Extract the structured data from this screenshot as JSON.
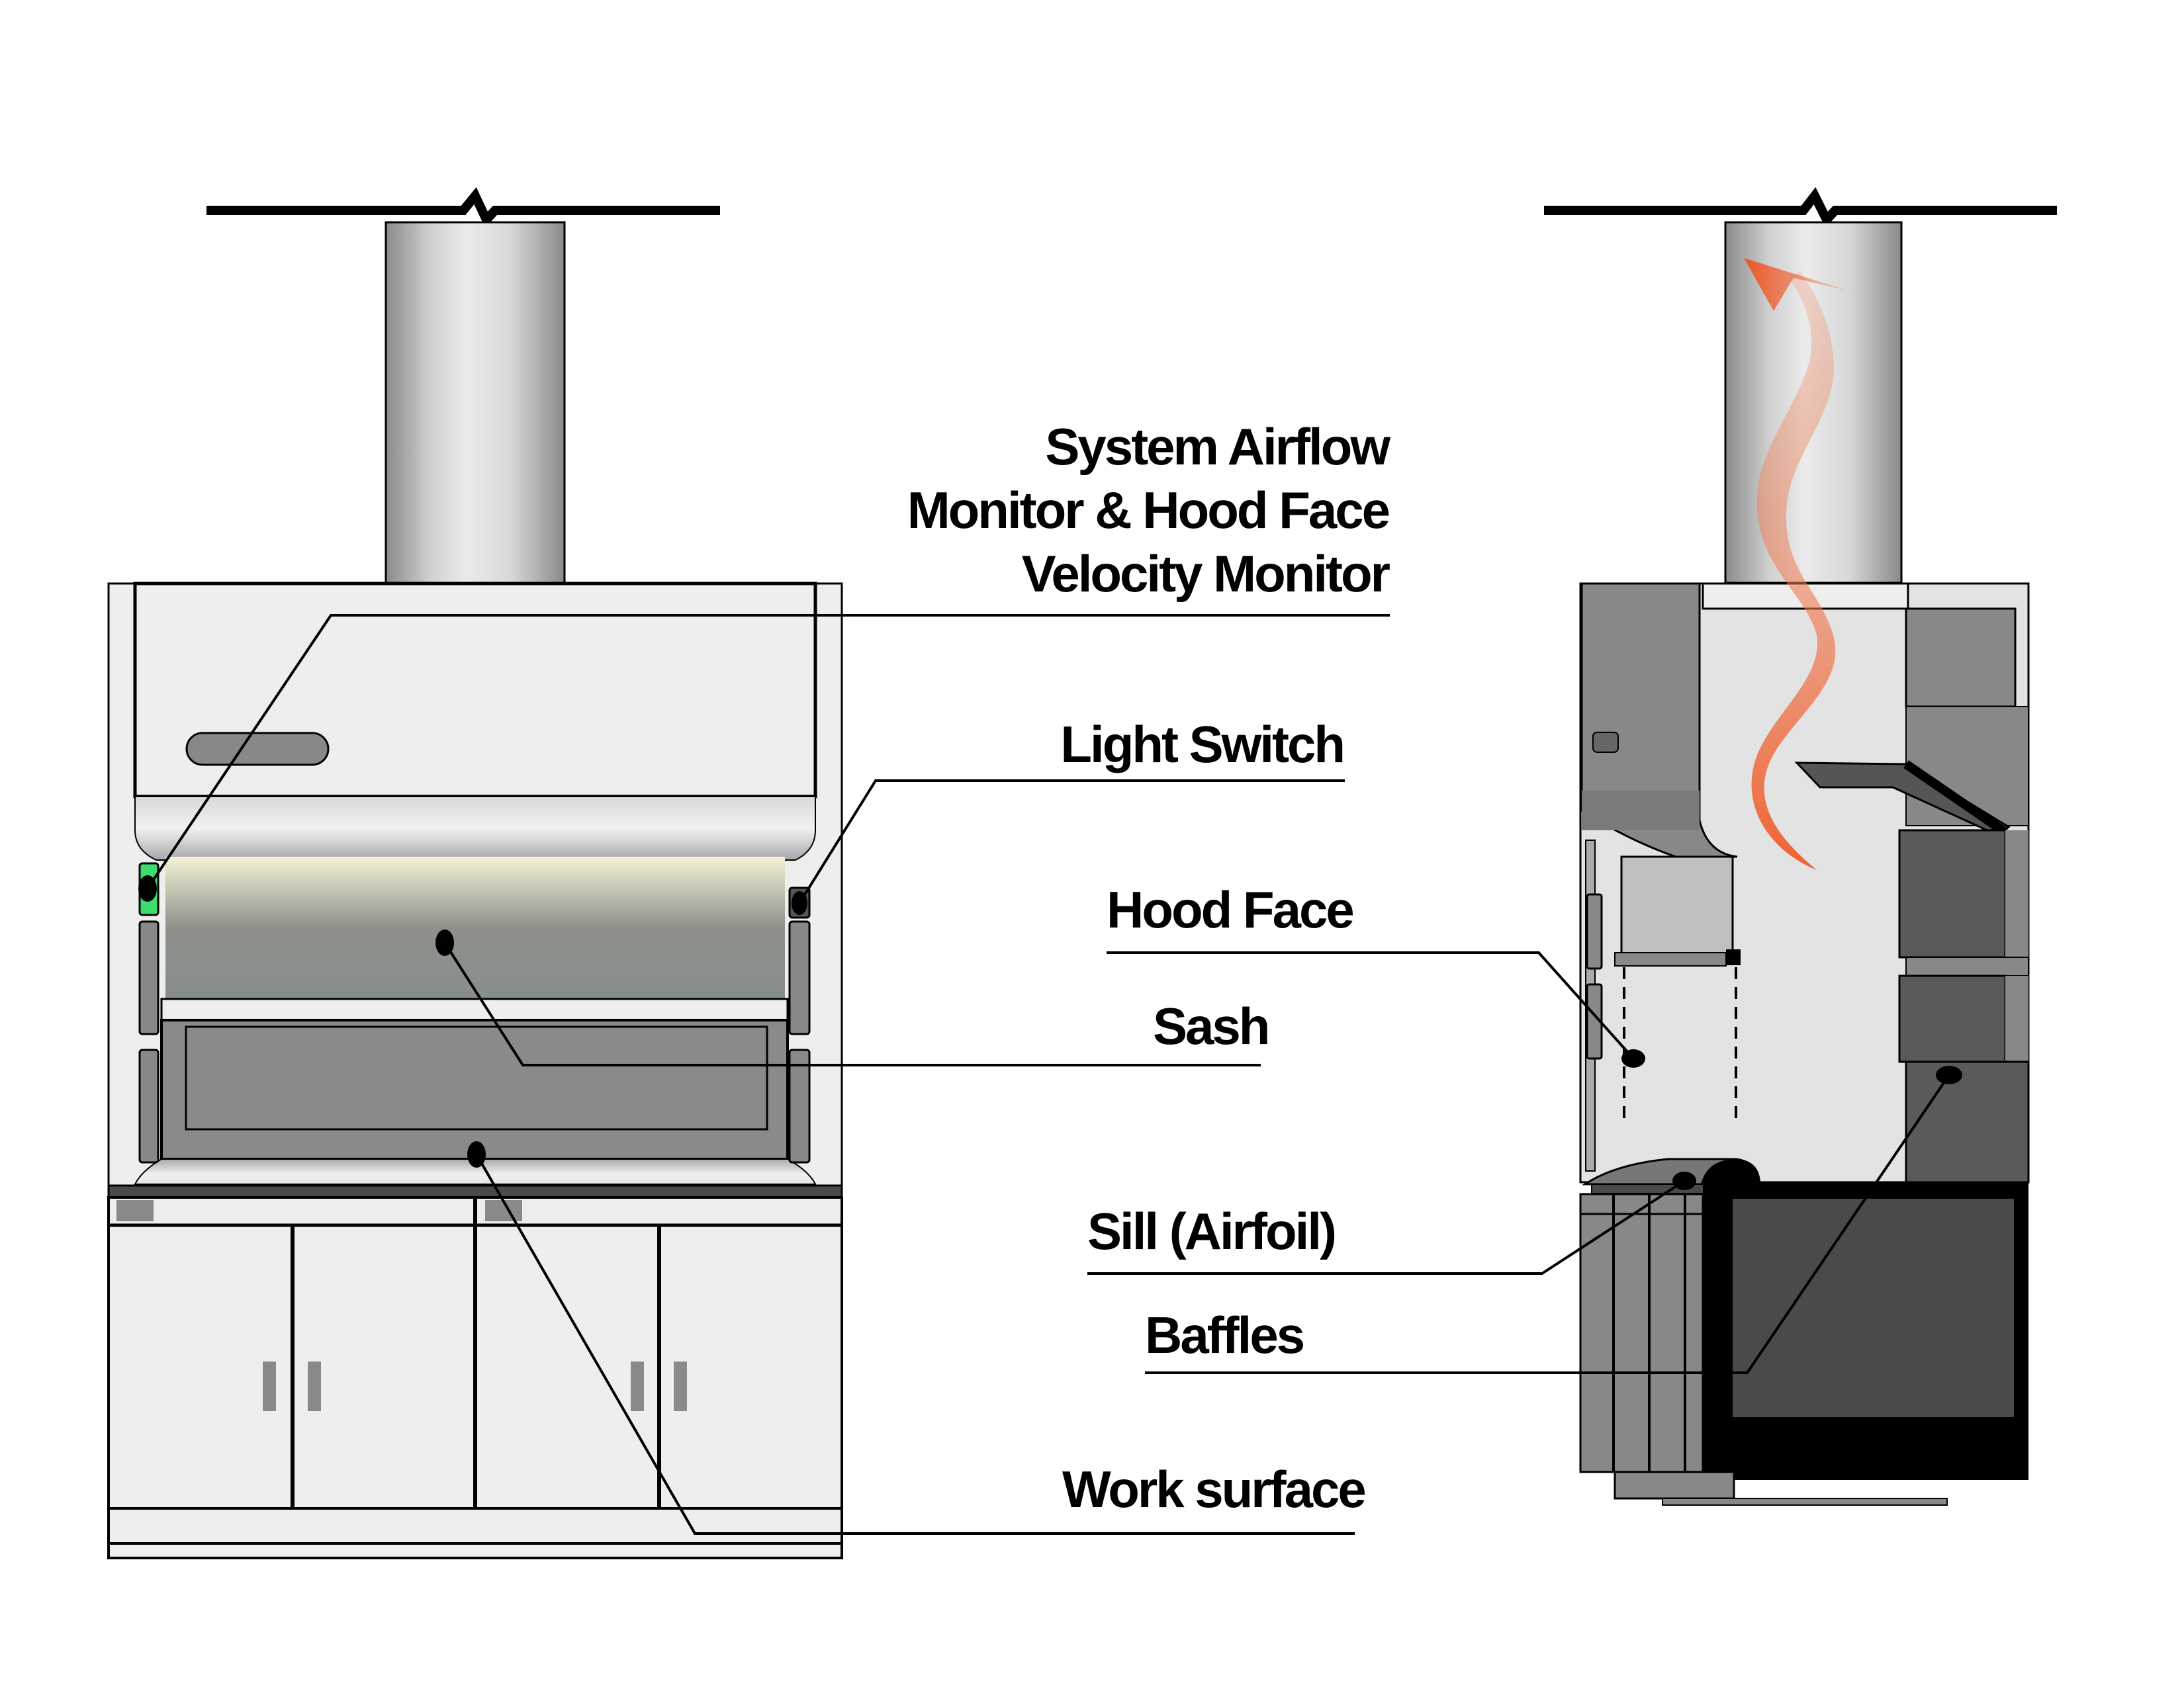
{
  "diagram": {
    "title": "Fume hood components (front view and cross-section)",
    "views": [
      "front-view",
      "cross-section-view"
    ],
    "labels": {
      "airflow_monitor": [
        "System Airflow",
        "Monitor & Hood Face",
        "Velocity Monitor"
      ],
      "light_switch": "Light Switch",
      "hood_face": "Hood Face",
      "sash": "Sash",
      "sill": "Sill (Airfoil)",
      "baffles": "Baffles",
      "work_surface": "Work surface"
    },
    "colors": {
      "monitor_indicator": "#3ddc6e",
      "airflow_arrow": "#f05a28",
      "cabinet_light": "#eeeeee",
      "panel_dark": "#4a4a4a",
      "panel_mid": "#888888",
      "line": "#000000"
    }
  }
}
